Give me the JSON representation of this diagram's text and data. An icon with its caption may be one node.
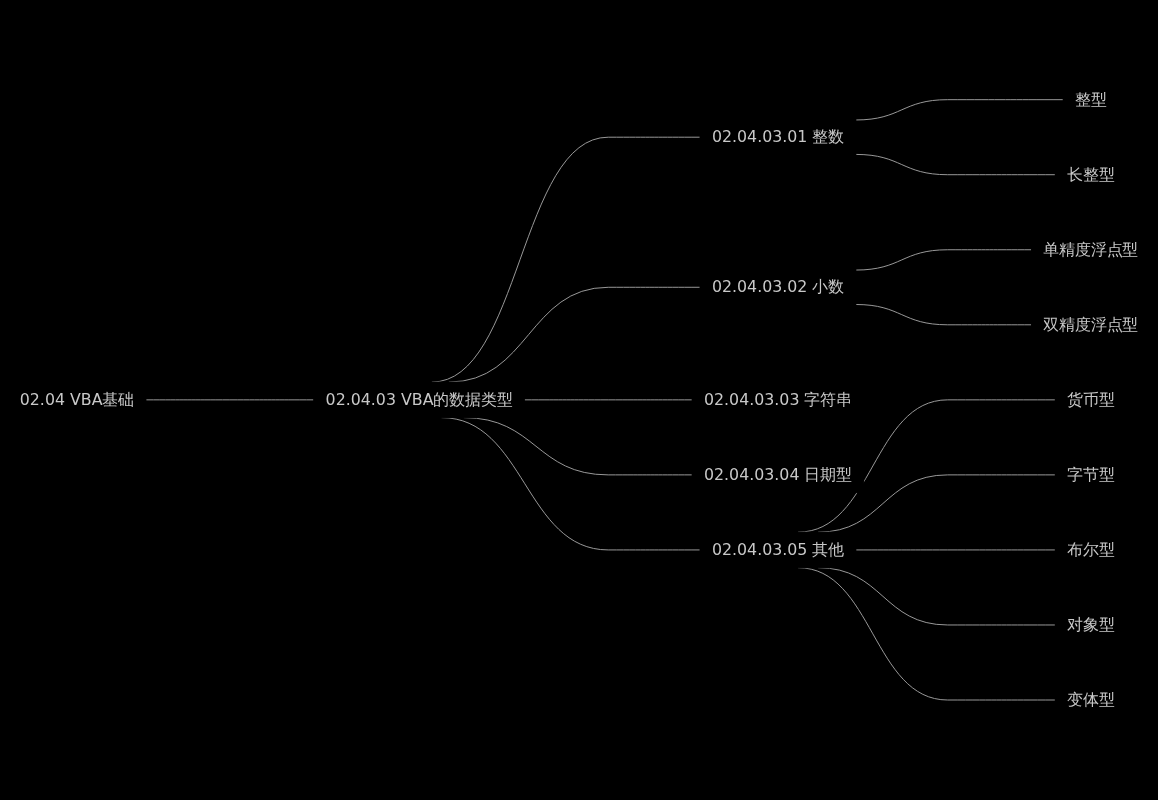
{
  "diagram": {
    "nodes": [
      {
        "text": [
          "02.04 VBA基础"
        ]
      },
      {
        "text": [
          "02.04.03 VBA的数据类型"
        ]
      },
      {
        "text": [
          "02.04.03.01 整数"
        ]
      },
      {
        "text": [
          "整型"
        ]
      },
      {
        "text": [
          "长整型"
        ]
      },
      {
        "text": [
          "02.04.03.02 小数"
        ]
      },
      {
        "text": [
          "单精度浮点型"
        ]
      },
      {
        "text": [
          "双精度浮点型"
        ]
      },
      {
        "text": [
          "02.04.03.03 字符串"
        ]
      },
      {
        "text": [
          "02.04.03.04 日期型"
        ]
      },
      {
        "text": [
          "02.04.03.05 其他"
        ]
      },
      {
        "text": [
          "货币型"
        ]
      },
      {
        "text": [
          "字节型"
        ]
      },
      {
        "text": [
          "布尔型"
        ]
      },
      {
        "text": [
          "对象型"
        ]
      },
      {
        "text": [
          "变体型"
        ]
      }
    ],
    "edges": [
      {
        "from": 0,
        "to": 1,
        "arrow": "none"
      },
      {
        "from": 1,
        "to": 2,
        "arrow": "none"
      },
      {
        "from": 2,
        "to": 3,
        "arrow": "none"
      },
      {
        "from": 2,
        "to": 4,
        "arrow": "none"
      },
      {
        "from": 1,
        "to": 5,
        "arrow": "none"
      },
      {
        "from": 5,
        "to": 6,
        "arrow": "none"
      },
      {
        "from": 5,
        "to": 7,
        "arrow": "none"
      },
      {
        "from": 1,
        "to": 8,
        "arrow": "none"
      },
      {
        "from": 1,
        "to": 9,
        "arrow": "none"
      },
      {
        "from": 1,
        "to": 10,
        "arrow": "none"
      },
      {
        "from": 10,
        "to": 11,
        "arrow": "none"
      },
      {
        "from": 10,
        "to": 12,
        "arrow": "none"
      },
      {
        "from": 10,
        "to": 13,
        "arrow": "none"
      },
      {
        "from": 10,
        "to": 14,
        "arrow": "none"
      },
      {
        "from": 10,
        "to": 15,
        "arrow": "none"
      }
    ]
  }
}
